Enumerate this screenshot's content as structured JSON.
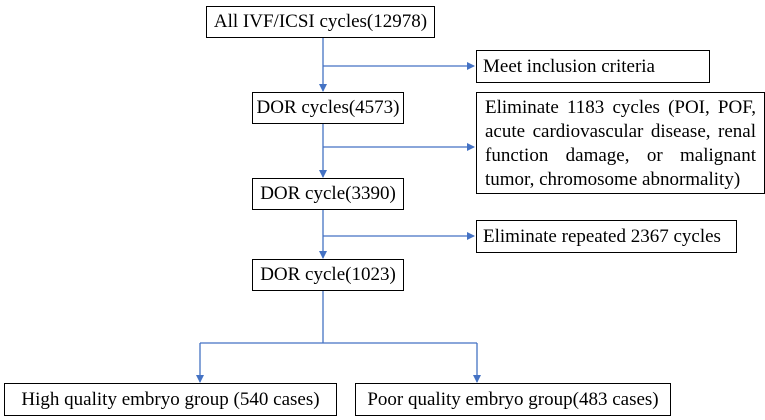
{
  "diagram": {
    "colors": {
      "connector": "#4472C4",
      "box_border": "#000000"
    },
    "boxes": {
      "all_cycles": "All IVF/ICSI cycles(12978)",
      "meet_inclusion": "Meet inclusion criteria",
      "dor_4573": "DOR cycles(4573)",
      "eliminate_1183": {
        "lines": [
          "Eliminate 1183 cycles (POI, POF,",
          "acute cardiovascular disease, renal",
          "function damage, or malignant",
          "tumor, chromosome abnormality)"
        ]
      },
      "dor_3390": "DOR cycle(3390)",
      "eliminate_repeated": "Eliminate repeated 2367 cycles",
      "dor_1023": "DOR cycle(1023)",
      "high_quality": "High quality embryo group (540 cases)",
      "poor_quality": "Poor quality embryo group(483 cases)"
    }
  }
}
